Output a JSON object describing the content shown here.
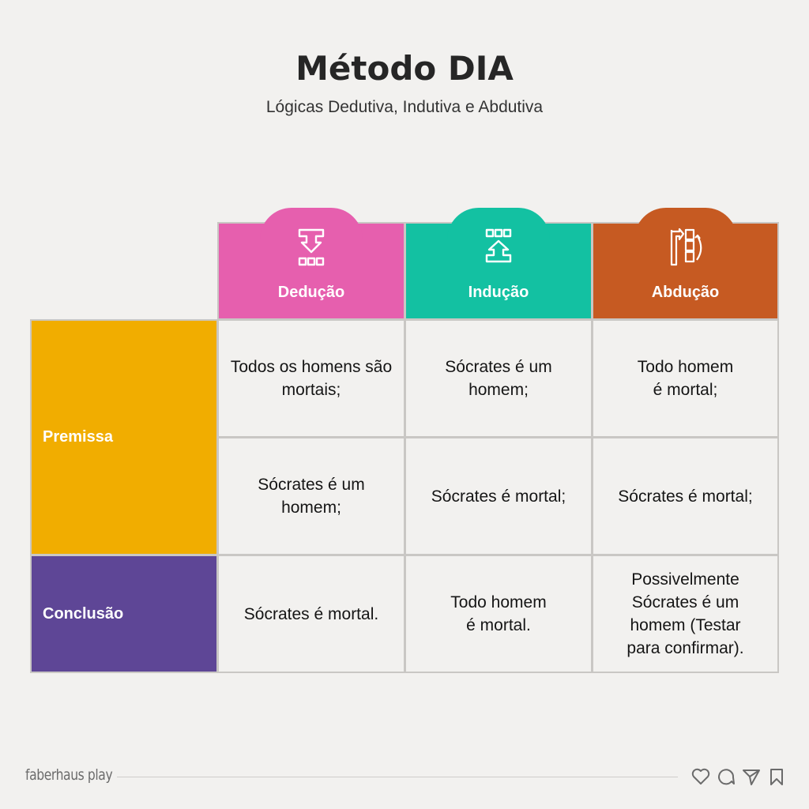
{
  "header": {
    "title": "Método DIA",
    "subtitle": "Lógicas Dedutiva, Indutiva e Abdutiva"
  },
  "columns": [
    {
      "label": "Dedução",
      "icon": "deduction-icon",
      "color": "#e65fae"
    },
    {
      "label": "Indução",
      "icon": "induction-icon",
      "color": "#13c1a2"
    },
    {
      "label": "Abdução",
      "icon": "abduction-icon",
      "color": "#c65a22"
    }
  ],
  "rows": [
    {
      "label": "Premissa",
      "color": "#f1ad00"
    },
    {
      "label": "Conclusão",
      "color": "#5e4696"
    }
  ],
  "cells": {
    "premise1": [
      "Todos os homens são mortais;",
      "Sócrates é um homem;",
      "Todo homem é mortal;"
    ],
    "premise2": [
      "Sócrates é um homem;",
      "Sócrates é mortal;",
      "Sócrates é mortal;"
    ],
    "conclusion": [
      "Sócrates é mortal.",
      "Todo homem é mortal.",
      "Possivelmente Sócrates é um homem (Testar para confirmar)."
    ]
  },
  "footer": {
    "brand": "faberhaus play",
    "icons": [
      "heart-icon",
      "comment-icon",
      "share-icon",
      "bookmark-icon"
    ]
  }
}
